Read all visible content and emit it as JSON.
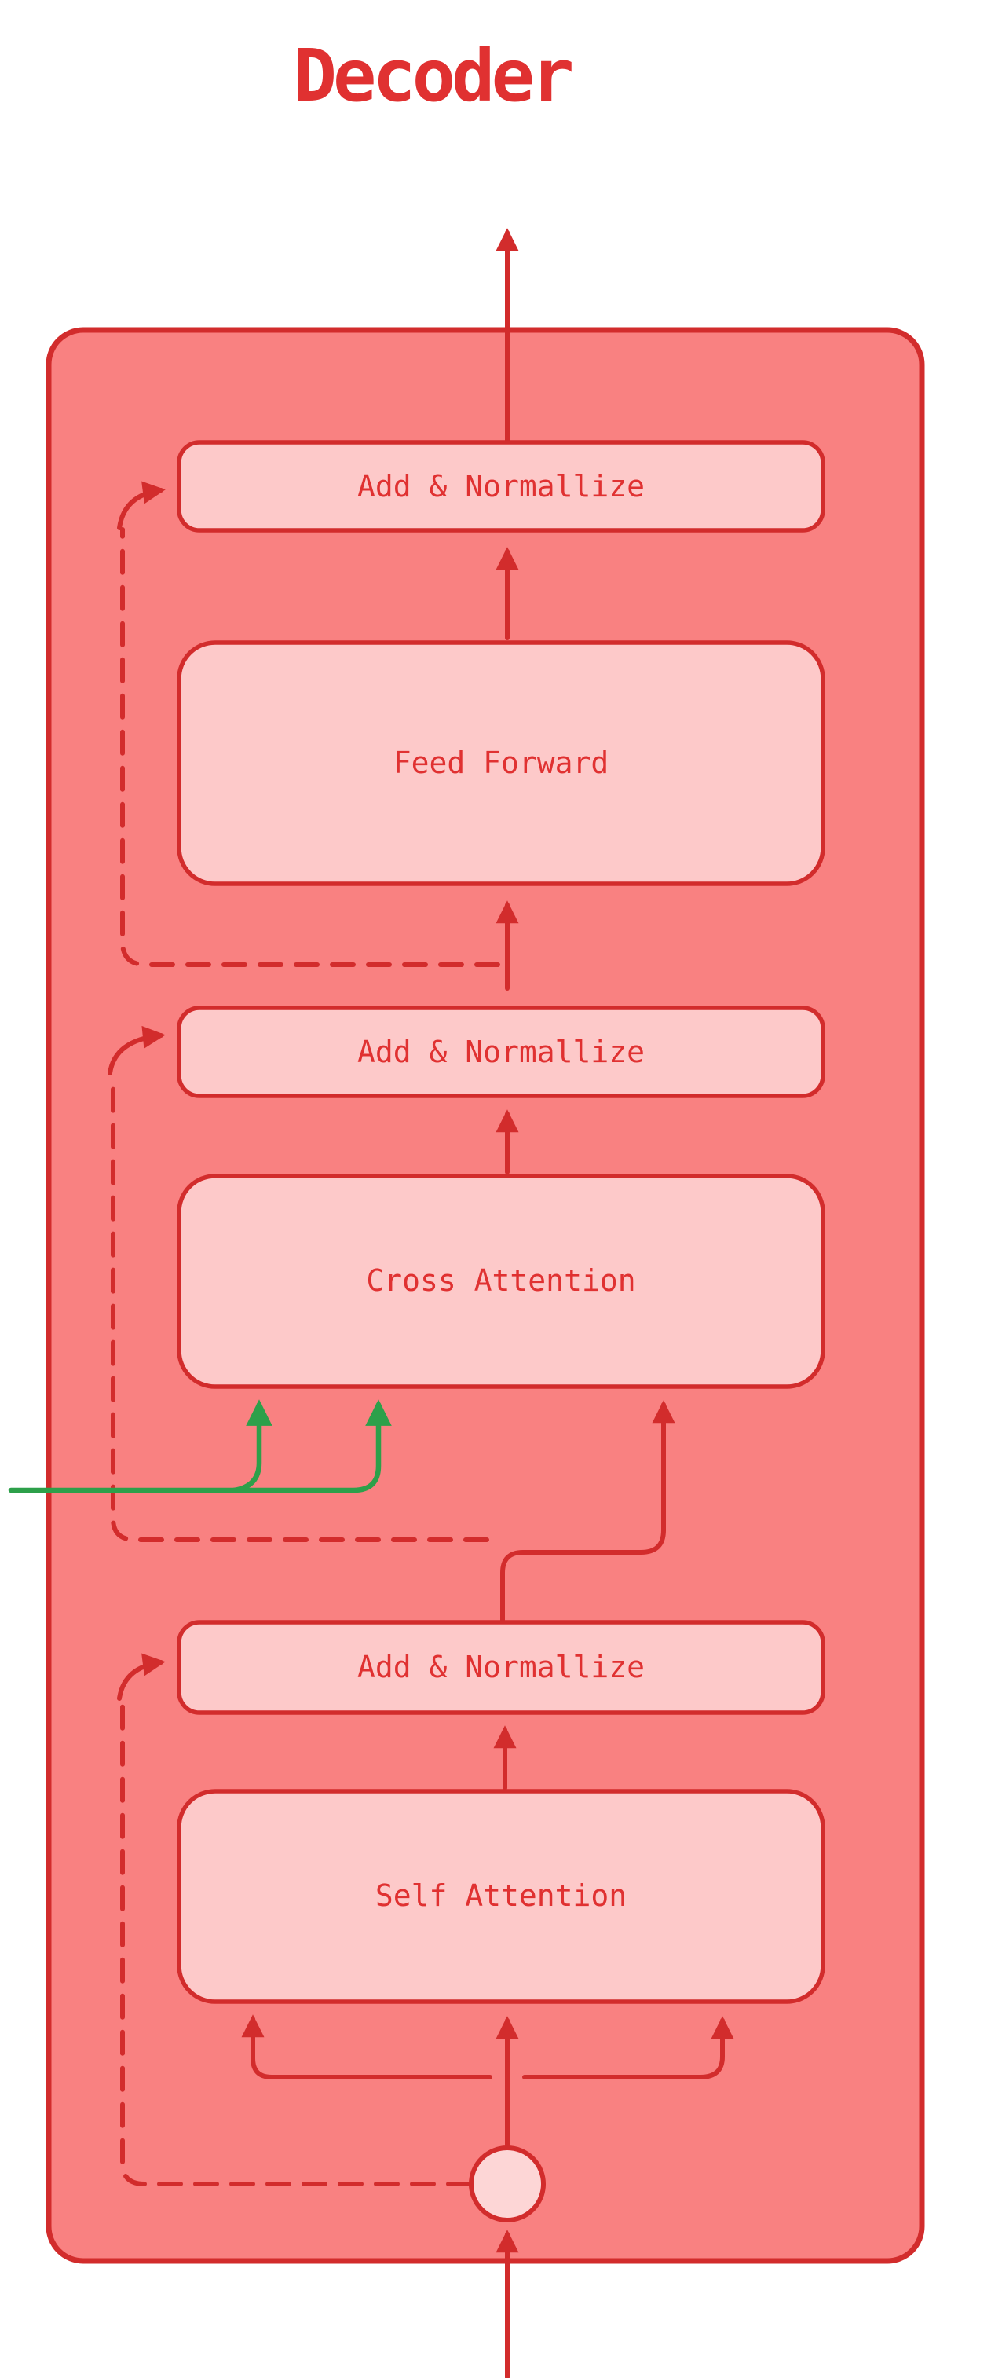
{
  "title": "Decoder",
  "blocks": {
    "addnorm_top": {
      "label": "Add & Normallize"
    },
    "feed_forward": {
      "label": "Feed Forward"
    },
    "addnorm_middle": {
      "label": "Add & Normallize"
    },
    "cross_attention": {
      "label": "Cross Attention"
    },
    "addnorm_bottom": {
      "label": "Add & Normallize"
    },
    "self_attention": {
      "label": "Self Attention"
    }
  },
  "colors": {
    "background": "#ffffff",
    "container-fill": "#f98181",
    "block-fill": "#fdc9c9",
    "circle-fill": "#fdd6d6",
    "stroke-red": "#d22c2c",
    "text-red": "#e03131",
    "title-red": "#e03131",
    "green": "#2da04a"
  }
}
